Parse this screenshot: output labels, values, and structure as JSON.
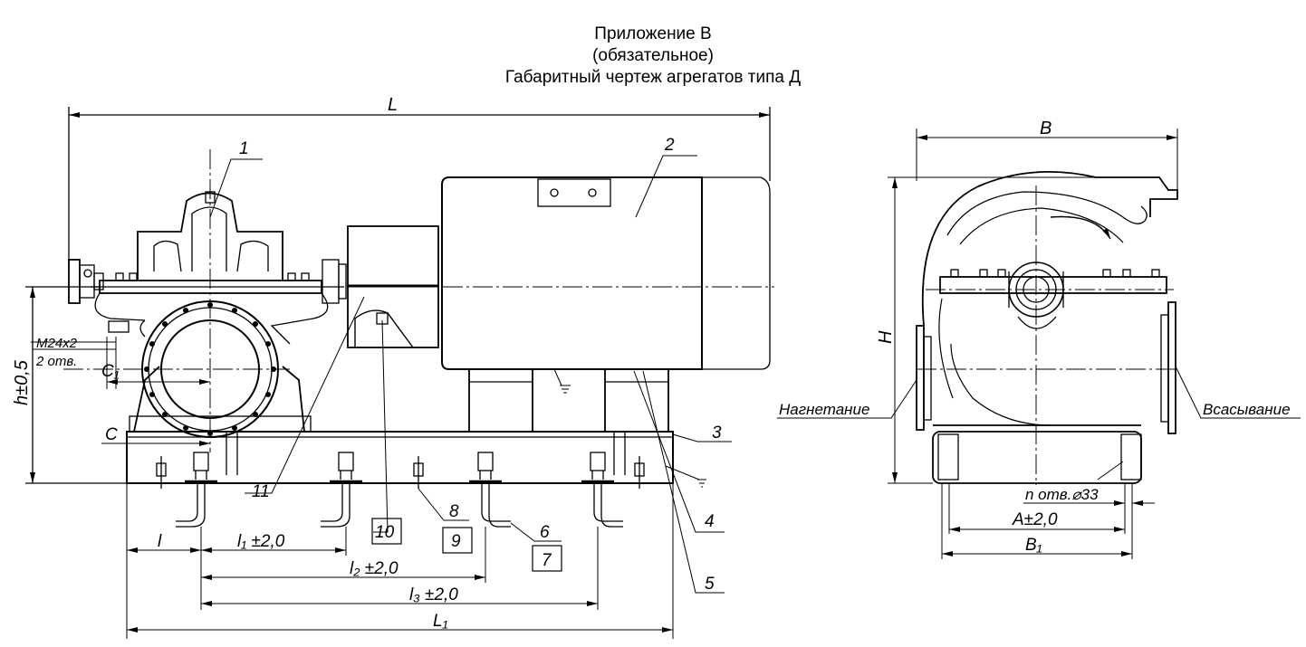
{
  "header": {
    "line1": "Приложение В",
    "line2": "(обязательное)",
    "line3": "Габаритный чертеж агрегатов типа Д"
  },
  "dims": {
    "L": "L",
    "B": "B",
    "H": "H",
    "h": "h±0,5",
    "C": "C",
    "C1": "C₁",
    "l": "l",
    "l1": "l₁ ±2,0",
    "l2": "l₂ ±2,0",
    "l3": "l₃ ±2,0",
    "L1": "L₁",
    "A": "A±2,0",
    "B1": "B₁",
    "holes": "n отв.⌀33",
    "thread1": "M24x2",
    "thread2": "2 отв."
  },
  "positions": {
    "p1": "1",
    "p2": "2",
    "p3": "3",
    "p4": "4",
    "p5": "5",
    "p6": "6",
    "p7": "7",
    "p8": "8",
    "p9": "9",
    "p10": "10",
    "p11": "11"
  },
  "labels": {
    "discharge": "Нагнетание",
    "suction": "Всасывание"
  }
}
